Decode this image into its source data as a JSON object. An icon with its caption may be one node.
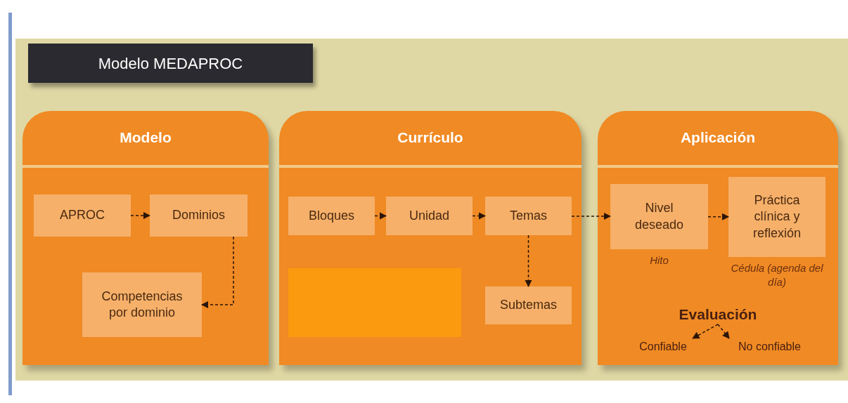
{
  "diagram": {
    "title": "Modelo MEDAPROC",
    "nodes": [
      {
        "text": [
          "Modelo"
        ]
      },
      {
        "text": [
          "APROC"
        ],
        "in": 0
      },
      {
        "text": [
          "Dominios"
        ],
        "in": 0
      },
      {
        "text": [
          "Competencias por dominio"
        ],
        "in": 0
      },
      {
        "text": [
          "Currículo"
        ]
      },
      {
        "text": [
          "Bloques"
        ],
        "in": 4
      },
      {
        "text": [
          "Unidad"
        ],
        "in": 4
      },
      {
        "text": [
          "Temas"
        ],
        "in": 4
      },
      {
        "text": [],
        "shape": "box",
        "in": 4
      },
      {
        "text": [
          "Subtemas"
        ],
        "in": 4
      },
      {
        "text": [
          "Aplicación"
        ]
      },
      {
        "text": [
          "Nivel deseado"
        ],
        "in": 10,
        "beside": [
          "Hito"
        ]
      },
      {
        "text": [
          "Práctica clínica y reflexión"
        ],
        "in": 10,
        "beside": [
          "Cédula (agenda del día)"
        ]
      },
      {
        "text": [
          "Evaluación"
        ],
        "in": 10
      },
      {
        "text": [
          "Confiable"
        ],
        "in": 10
      },
      {
        "text": [
          "No confiable"
        ],
        "in": 10
      }
    ],
    "edges": [
      {
        "from": 1,
        "to": 2,
        "arrow": "to",
        "style": "dashed"
      },
      {
        "from": 2,
        "to": 3,
        "arrow": "to",
        "style": "dashed"
      },
      {
        "from": 5,
        "to": 6,
        "arrow": "to",
        "style": "dashed"
      },
      {
        "from": 6,
        "to": 7,
        "arrow": "to",
        "style": "dashed"
      },
      {
        "from": 7,
        "to": 9,
        "arrow": "to",
        "style": "dashed"
      },
      {
        "from": 7,
        "to": 11,
        "arrow": "to",
        "style": "dashed"
      },
      {
        "from": 11,
        "to": 12,
        "arrow": "to",
        "style": "dashed"
      },
      {
        "from": 13,
        "to": 14,
        "arrow": "to",
        "style": "dashed"
      },
      {
        "from": 13,
        "to": 15,
        "arrow": "to",
        "style": "dashed"
      }
    ]
  }
}
